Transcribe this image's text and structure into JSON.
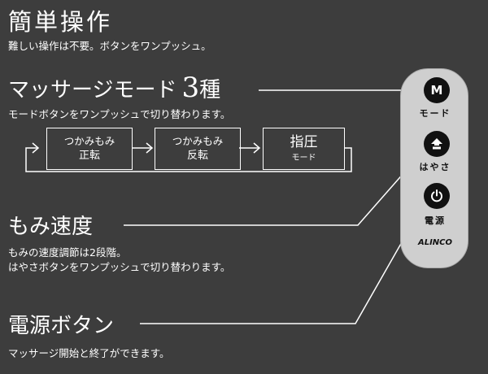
{
  "simple": {
    "title": "簡単操作",
    "desc": "難しい操作は不要。ボタンをワンプッシュ。"
  },
  "modes": {
    "title": "マッサージモード",
    "count": "3",
    "suffix": "種",
    "desc": "モードボタンをワンプッシュで切り替わります。",
    "boxes": [
      {
        "line1": "つかみもみ",
        "line2": "正転"
      },
      {
        "line1": "つかみもみ",
        "line2": "反転"
      },
      {
        "line1": "指圧",
        "line2": "モード"
      }
    ]
  },
  "speed": {
    "title": "もみ速度",
    "desc1": "もみの速度調節は2段階。",
    "desc2": "はやさボタンをワンプッシュで切り替わります。"
  },
  "power": {
    "title": "電源ボタン",
    "desc": "マッサージ開始と終了ができます。"
  },
  "remote": {
    "mode_glyph": "M",
    "mode_label": "モード",
    "speed_label": "はやさ",
    "power_label": "電源",
    "brand": "ALINCO",
    "icons": [
      "m-letter-icon",
      "speed-arrow-icon",
      "power-icon"
    ]
  }
}
